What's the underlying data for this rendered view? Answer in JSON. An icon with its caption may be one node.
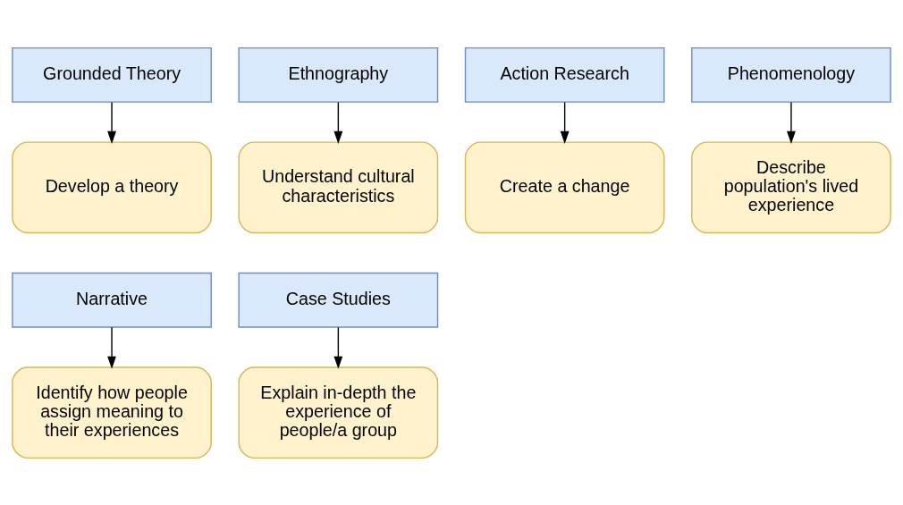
{
  "diagram": {
    "nodes": [
      {
        "text": [
          "Grounded Theory"
        ]
      },
      {
        "text": [
          "Ethnography"
        ]
      },
      {
        "text": [
          "Action Research"
        ]
      },
      {
        "text": [
          "Phenomenology"
        ]
      },
      {
        "text": [
          "Develop a theory"
        ]
      },
      {
        "text": [
          "Understand cultural characteristics"
        ]
      },
      {
        "text": [
          "Create a change"
        ]
      },
      {
        "text": [
          "Describe population's lived experience"
        ]
      },
      {
        "text": [
          "Narrative"
        ]
      },
      {
        "text": [
          "Case Studies"
        ]
      },
      {
        "text": [
          "Identify how people assign meaning to their experiences"
        ]
      },
      {
        "text": [
          "Explain in-depth the experience of people/a group"
        ]
      }
    ],
    "edges": [
      {
        "from": 0,
        "to": 4,
        "arrow": "to"
      },
      {
        "from": 1,
        "to": 5,
        "arrow": "to"
      },
      {
        "from": 2,
        "to": 6,
        "arrow": "to"
      },
      {
        "from": 3,
        "to": 7,
        "arrow": "to"
      },
      {
        "from": 8,
        "to": 10,
        "arrow": "to"
      },
      {
        "from": 9,
        "to": 11,
        "arrow": "to"
      }
    ]
  }
}
